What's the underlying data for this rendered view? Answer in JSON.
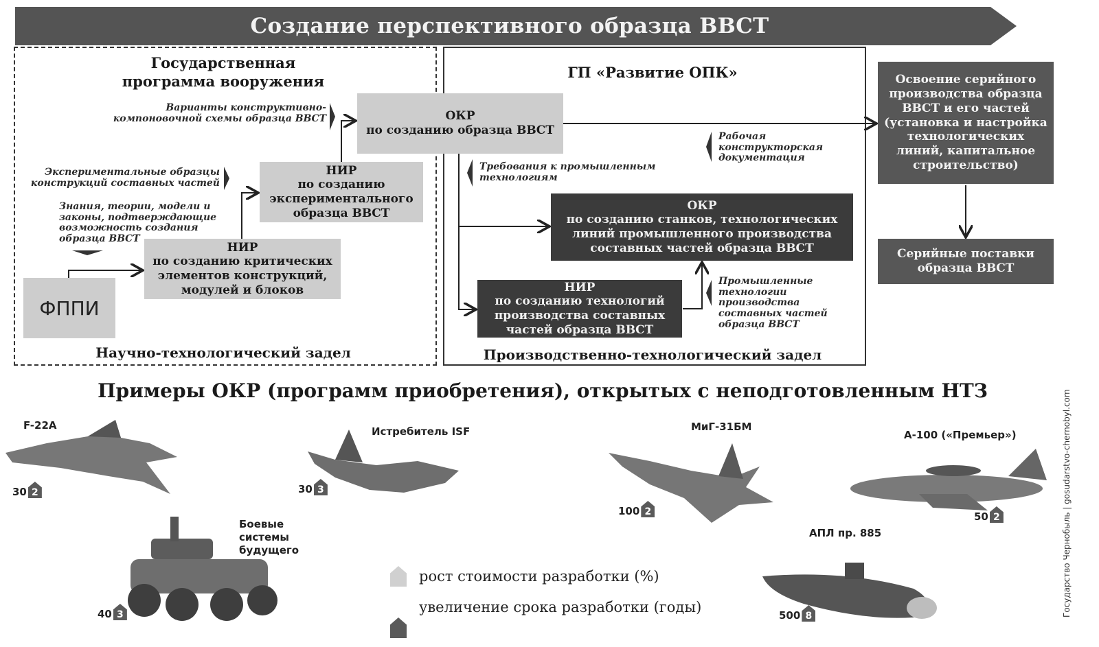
{
  "banner": {
    "title": "Создание перспективного образца ВВСТ"
  },
  "left_panel": {
    "title_line1": "Государственная",
    "title_line2": "программа вооружения",
    "bottom_label": "Научно-технологический задел",
    "fppi": "ФППИ",
    "note_variants": [
      "Варианты конструктивно-",
      "компоновочной схемы образца ВВСТ"
    ],
    "note_experimental": [
      "Экспериментальные образцы",
      "конструкций составных частей"
    ],
    "note_knowledge": [
      "Знания, теории, модели и",
      "законы, подтверждающие",
      "возможность создания",
      "образца ВВСТ"
    ],
    "nir_critical": [
      "НИР",
      "по созданию критических",
      "элементов конструкций,",
      "модулей и блоков"
    ],
    "nir_experimental": [
      "НИР",
      "по созданию",
      "экспериментального",
      "образца ВВСТ"
    ]
  },
  "okr_main": [
    "ОКР",
    "по созданию образца ВВСТ"
  ],
  "right_panel": {
    "title": "ГП «Развитие ОПК»",
    "bottom_label": "Производственно-технологический задел",
    "note_requirements": [
      "Требования к промышленным",
      "технологиям"
    ],
    "note_docs": [
      "Рабочая",
      "конструкторская",
      "документация"
    ],
    "note_tech": [
      "Промышленные",
      "технологии",
      "производства",
      "составных частей",
      "образца ВВСТ"
    ],
    "okr_machines": [
      "ОКР",
      "по созданию станков, технологических",
      "линий промышленного производства",
      "составных частей образца ВВСТ"
    ],
    "nir_tech": [
      "НИР",
      "по созданию технологий",
      "производства составных",
      "частей образца ВВСТ"
    ]
  },
  "serial_box": [
    "Освоение серийного",
    "производства образца",
    "ВВСТ и его частей",
    "(установка и настройка",
    "технологических",
    "линий, капитальное",
    "строительство)"
  ],
  "supply_box": [
    "Серийные поставки",
    "образца ВВСТ"
  ],
  "examples": {
    "title": "Примеры ОКР (программ приобретения), открытых с неподготовленным НТЗ",
    "items": [
      {
        "label": "F-22A",
        "cost": "30",
        "years": "2"
      },
      {
        "label": "Истребитель ISF",
        "cost": "30",
        "years": "3"
      },
      {
        "label": "МиГ-31БМ",
        "cost": "100",
        "years": "2"
      },
      {
        "label": "А-100 («Премьер»)",
        "cost": "50",
        "years": "2"
      },
      {
        "label_lines": [
          "Боевые",
          "системы",
          "будущего"
        ],
        "cost": "40",
        "years": "3"
      },
      {
        "label": "АПЛ пр. 885",
        "cost": "500",
        "years": "8"
      }
    ],
    "legend": {
      "cost": "рост стоимости разработки (%)",
      "years": "увеличение срока разработки (годы)"
    }
  },
  "credit": "Государство Чернобыль | gosudarstvo-chernobyl.com"
}
